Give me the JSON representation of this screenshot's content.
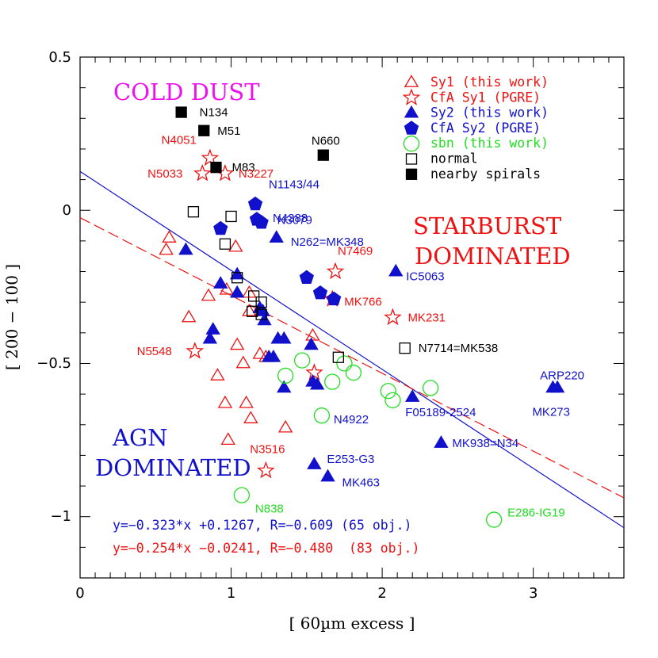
{
  "chart_data": {
    "type": "scatter",
    "xlabel": "[ 60µm excess ]",
    "ylabel": "[ 200 − 100 ]",
    "xlim": [
      0,
      3.6
    ],
    "ylim": [
      -1.2,
      0.5
    ],
    "x_ticks": [
      "0",
      "1",
      "2",
      "3"
    ],
    "y_ticks": [
      "−1",
      "−0.5",
      "0",
      "0.5"
    ],
    "grid": false,
    "legend_position": "top-right",
    "colors": {
      "red": "#ee1111",
      "blue": "#1111cc",
      "green": "#22dd22",
      "black": "#000000",
      "magenta": "#ee11ee"
    },
    "region_labels": [
      {
        "text": "COLD DUST",
        "color": "#ee11ee"
      },
      {
        "text": "STARBURST",
        "color": "#ee1111"
      },
      {
        "text": "DOMINATED",
        "color": "#ee1111"
      },
      {
        "text": "AGN",
        "color": "#1111cc"
      },
      {
        "text": "DOMINATED",
        "color": "#1111cc"
      }
    ],
    "legend": [
      {
        "label": "Sy1 (this work)",
        "marker": "triangle-open",
        "color": "#ee1111"
      },
      {
        "label": "CfA Sy1 (PGRE)",
        "marker": "star-open",
        "color": "#ee1111"
      },
      {
        "label": "Sy2 (this work)",
        "marker": "triangle-filled",
        "color": "#1111cc"
      },
      {
        "label": "CfA Sy2 (PGRE)",
        "marker": "pentagon-filled",
        "color": "#1111cc"
      },
      {
        "label": "sbn (this work)",
        "marker": "circle-open",
        "color": "#22dd22"
      },
      {
        "label": "normal",
        "marker": "square-open",
        "color": "#000000"
      },
      {
        "label": "nearby spirals",
        "marker": "square-filled",
        "color": "#000000"
      }
    ],
    "fits": [
      {
        "slope": -0.323,
        "intercept": 0.1267,
        "color": "#1111cc",
        "dash": false,
        "label": "y=−0.323*x +0.1267, R=−0.609 (65 obj.)"
      },
      {
        "slope": -0.254,
        "intercept": -0.0241,
        "color": "#ee1111",
        "dash": true,
        "label": "y=−0.254*x −0.0241, R=−0.480  (83 obj.)"
      }
    ],
    "series": [
      {
        "name": "Sy1 (this work)",
        "marker": "triangle-open",
        "color": "#ee1111",
        "points": [
          [
            0.59,
            -0.09
          ],
          [
            0.57,
            -0.13
          ],
          [
            0.72,
            -0.35
          ],
          [
            0.85,
            -0.28
          ],
          [
            0.97,
            -0.26
          ],
          [
            1.03,
            -0.12
          ],
          [
            1.12,
            -0.27
          ],
          [
            1.12,
            -0.33
          ],
          [
            1.04,
            -0.44
          ],
          [
            0.91,
            -0.54
          ],
          [
            1.08,
            -0.5
          ],
          [
            1.19,
            -0.47
          ],
          [
            0.96,
            -0.63
          ],
          [
            1.1,
            -0.63
          ],
          [
            1.13,
            -0.68
          ],
          [
            0.98,
            -0.75
          ],
          [
            1.36,
            -0.71
          ],
          [
            1.54,
            -0.41
          ],
          [
            1.23,
            -0.48
          ]
        ]
      },
      {
        "name": "CfA Sy1 (PGRE)",
        "marker": "star-open",
        "color": "#ee1111",
        "points": [
          [
            0.86,
            0.17
          ],
          [
            0.81,
            0.12
          ],
          [
            0.96,
            0.12
          ],
          [
            1.69,
            -0.2
          ],
          [
            1.67,
            -0.29
          ],
          [
            2.07,
            -0.35
          ],
          [
            0.76,
            -0.46
          ],
          [
            1.55,
            -0.53
          ],
          [
            1.23,
            -0.85
          ]
        ]
      },
      {
        "name": "Sy2 (this work)",
        "marker": "triangle-filled",
        "color": "#1111cc",
        "points": [
          [
            0.7,
            -0.13
          ],
          [
            1.3,
            -0.09
          ],
          [
            2.09,
            -0.2
          ],
          [
            0.93,
            -0.24
          ],
          [
            1.04,
            -0.27
          ],
          [
            1.04,
            -0.21
          ],
          [
            1.19,
            -0.32
          ],
          [
            1.21,
            -0.33
          ],
          [
            1.22,
            -0.36
          ],
          [
            0.88,
            -0.39
          ],
          [
            0.86,
            -0.42
          ],
          [
            1.31,
            -0.42
          ],
          [
            1.35,
            -0.42
          ],
          [
            1.28,
            -0.48
          ],
          [
            1.25,
            -0.48
          ],
          [
            1.35,
            -0.58
          ],
          [
            1.53,
            -0.44
          ],
          [
            1.54,
            -0.56
          ],
          [
            1.57,
            -0.57
          ],
          [
            2.2,
            -0.61
          ],
          [
            3.13,
            -0.58
          ],
          [
            3.16,
            -0.58
          ],
          [
            2.39,
            -0.76
          ],
          [
            1.55,
            -0.83
          ],
          [
            1.64,
            -0.87
          ]
        ]
      },
      {
        "name": "CfA Sy2 (PGRE)",
        "marker": "pentagon-filled",
        "color": "#1111cc",
        "points": [
          [
            1.16,
            0.02
          ],
          [
            1.17,
            -0.03
          ],
          [
            1.2,
            -0.04
          ],
          [
            0.93,
            -0.06
          ],
          [
            1.5,
            -0.22
          ],
          [
            1.59,
            -0.27
          ],
          [
            1.68,
            -0.29
          ]
        ]
      },
      {
        "name": "sbn (this work)",
        "marker": "circle-open",
        "color": "#22dd22",
        "points": [
          [
            1.47,
            -0.49
          ],
          [
            1.36,
            -0.54
          ],
          [
            1.75,
            -0.5
          ],
          [
            1.81,
            -0.53
          ],
          [
            1.67,
            -0.56
          ],
          [
            2.04,
            -0.59
          ],
          [
            2.07,
            -0.62
          ],
          [
            2.32,
            -0.58
          ],
          [
            1.6,
            -0.67
          ],
          [
            1.07,
            -0.93
          ],
          [
            2.74,
            -1.01
          ]
        ]
      },
      {
        "name": "normal",
        "marker": "square-open",
        "color": "#000000",
        "points": [
          [
            0.75,
            -0.005
          ],
          [
            1.0,
            -0.02
          ],
          [
            0.96,
            -0.11
          ],
          [
            1.04,
            -0.22
          ],
          [
            1.15,
            -0.28
          ],
          [
            1.2,
            -0.3
          ],
          [
            1.14,
            -0.33
          ],
          [
            1.2,
            -0.34
          ],
          [
            1.71,
            -0.48
          ],
          [
            2.15,
            -0.45
          ]
        ]
      },
      {
        "name": "nearby spirals",
        "marker": "square-filled",
        "color": "#000000",
        "points": [
          [
            0.67,
            0.32
          ],
          [
            0.82,
            0.26
          ],
          [
            0.9,
            0.14
          ],
          [
            1.61,
            0.18
          ]
        ]
      }
    ],
    "annotations": [
      {
        "text": "N134",
        "x": 0.67,
        "y": 0.32,
        "color": "#000000"
      },
      {
        "text": "M51",
        "x": 0.82,
        "y": 0.26,
        "color": "#000000"
      },
      {
        "text": "M83",
        "x": 0.9,
        "y": 0.14,
        "color": "#000000"
      },
      {
        "text": "N660",
        "x": 1.61,
        "y": 0.18,
        "color": "#000000"
      },
      {
        "text": "N4051",
        "x": 0.86,
        "y": 0.17,
        "color": "#ee1111"
      },
      {
        "text": "N5033",
        "x": 0.81,
        "y": 0.12,
        "color": "#ee1111"
      },
      {
        "text": "N3227",
        "x": 0.96,
        "y": 0.12,
        "color": "#ee1111"
      },
      {
        "text": "N1143/44",
        "x": 1.16,
        "y": 0.02,
        "color": "#1111cc"
      },
      {
        "text": "N4388",
        "x": 1.17,
        "y": -0.03,
        "color": "#1111cc"
      },
      {
        "text": "N3079",
        "x": 1.2,
        "y": -0.04,
        "color": "#1111cc"
      },
      {
        "text": "N262=MK348",
        "x": 1.3,
        "y": -0.09,
        "color": "#1111cc"
      },
      {
        "text": "N7469",
        "x": 1.69,
        "y": -0.2,
        "color": "#ee1111"
      },
      {
        "text": "IC5063",
        "x": 2.09,
        "y": -0.2,
        "color": "#1111cc"
      },
      {
        "text": "MK766",
        "x": 1.67,
        "y": -0.29,
        "color": "#ee1111"
      },
      {
        "text": "MK231",
        "x": 2.07,
        "y": -0.35,
        "color": "#ee1111"
      },
      {
        "text": "N7714=MK538",
        "x": 2.15,
        "y": -0.45,
        "color": "#000000"
      },
      {
        "text": "N5548",
        "x": 0.76,
        "y": -0.46,
        "color": "#ee1111"
      },
      {
        "text": "ARP220",
        "x": 3.16,
        "y": -0.58,
        "color": "#1111cc"
      },
      {
        "text": "MK273",
        "x": 3.13,
        "y": -0.58,
        "color": "#1111cc"
      },
      {
        "text": "N4922",
        "x": 1.6,
        "y": -0.67,
        "color": "#1111cc"
      },
      {
        "text": "F05189-2524",
        "x": 2.2,
        "y": -0.61,
        "color": "#1111cc"
      },
      {
        "text": "MK938=N34",
        "x": 2.39,
        "y": -0.76,
        "color": "#1111cc"
      },
      {
        "text": "N3516",
        "x": 1.23,
        "y": -0.85,
        "color": "#ee1111"
      },
      {
        "text": "E253-G3",
        "x": 1.55,
        "y": -0.83,
        "color": "#1111cc"
      },
      {
        "text": "MK463",
        "x": 1.64,
        "y": -0.87,
        "color": "#1111cc"
      },
      {
        "text": "N838",
        "x": 1.07,
        "y": -0.93,
        "color": "#22dd22"
      },
      {
        "text": "E286-IG19",
        "x": 2.74,
        "y": -1.01,
        "color": "#22dd22"
      }
    ]
  }
}
